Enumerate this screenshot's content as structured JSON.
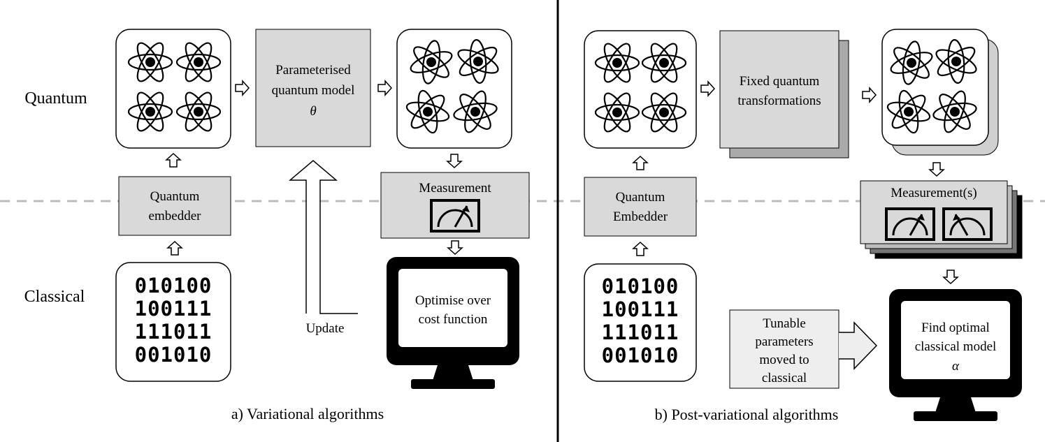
{
  "row_labels": {
    "quantum": "Quantum",
    "classical": "Classical"
  },
  "variational": {
    "caption": "a)   Variational algorithms",
    "embedder": [
      "Quantum",
      "embedder"
    ],
    "model": [
      "Parameterised",
      "quantum model",
      "θ"
    ],
    "measurement": "Measurement",
    "optimise": [
      "Optimise over",
      "cost function"
    ],
    "update": "Update",
    "bits": [
      "010100",
      "100111",
      "111011",
      "001010"
    ]
  },
  "post_variational": {
    "caption": "b) Post-variational algorithms",
    "embedder": [
      "Quantum",
      "Embedder"
    ],
    "transform": [
      "Fixed quantum",
      "transformations"
    ],
    "measurement": "Measurement(s)",
    "tunable": [
      "Tunable",
      "parameters",
      "moved to",
      "classical"
    ],
    "optimal": [
      "Find optimal",
      "classical model",
      "α"
    ],
    "bits": [
      "010100",
      "100111",
      "111011",
      "001010"
    ]
  },
  "colors": {
    "box_fill": "#d9d9d9",
    "light_fill": "#eeeeee",
    "dashed_line": "#bbbbbb",
    "ink": "#000000"
  }
}
